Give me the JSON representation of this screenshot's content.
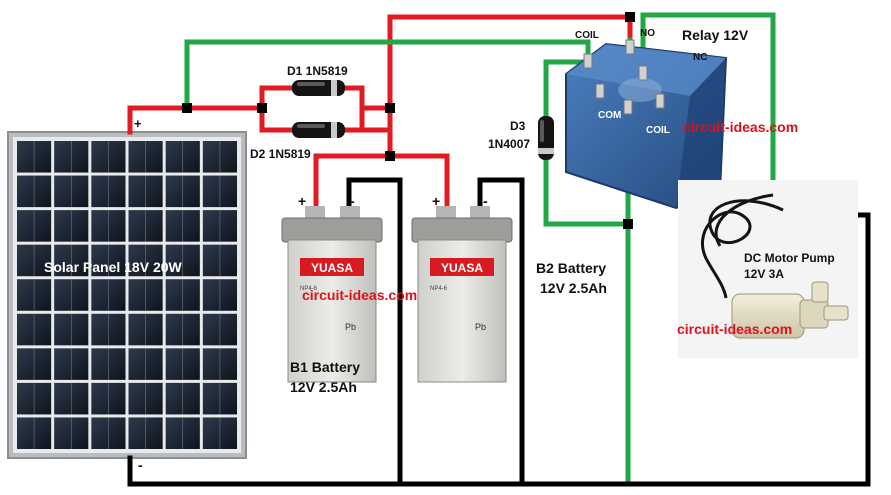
{
  "labels": {
    "solar_panel": "Solar Panel 18V 20W",
    "d1": "D1 1N5819",
    "d2": "D2 1N5819",
    "d3_name": "D3",
    "d3_part": "1N4007",
    "relay_title": "Relay 12V",
    "coil_top": "COIL",
    "coil_bottom": "COIL",
    "no": "NO",
    "nc": "NC",
    "com": "COM",
    "b1_name": "B1 Battery",
    "b1_spec": "12V 2.5Ah",
    "b2_name": "B2 Battery",
    "b2_spec": "12V 2.5Ah",
    "pump_name": "DC Motor Pump",
    "pump_spec": "12V 3A",
    "panel_plus": "+",
    "panel_minus": "-",
    "b1_plus": "+",
    "b1_minus": "-",
    "b2_plus": "+",
    "b2_minus": "-"
  },
  "battery": {
    "brand": "YUASA",
    "model": "NP4-6",
    "mark": "Pb"
  },
  "watermarks": [
    "circuit-ideas.com",
    "circuit-ideas.com",
    "circuit-ideas.com"
  ],
  "colors": {
    "positive_wire": "#e21b23",
    "ground_wire": "#000000",
    "signal_wire": "#22a745",
    "relay_body": "#2f5f9e",
    "watermark": "#e0101a"
  }
}
